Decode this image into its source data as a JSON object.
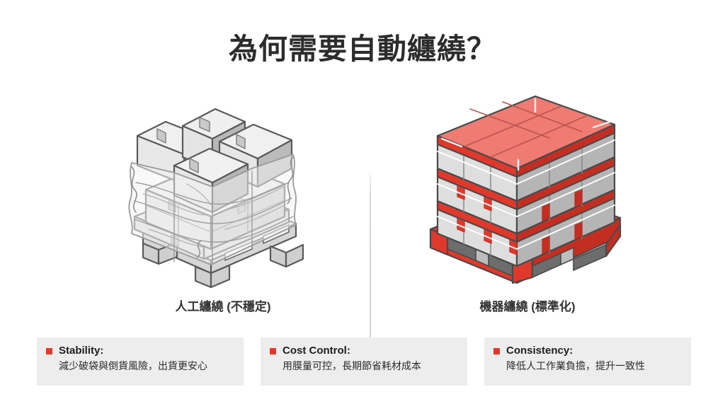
{
  "slide": {
    "background_color": "#ffffff",
    "title": "為何需要自動纏繞？",
    "accent_color": "#e0382b",
    "title_color": "#2c2c2c"
  },
  "comparison": {
    "divider": "vertical-divider",
    "left": {
      "caption": "人工纏繞 (不穩定)",
      "illustration_name": "manual-wrapped-pallet-illustration",
      "illustration_description": "Grayscale line-art isometric pallet with four unevenly stacked cartons loosely covered by wrinkled stretch film",
      "palette": {
        "outline": "#555555",
        "box_light": "#e9e9e9",
        "box_mid": "#d2d2d2",
        "box_dark": "#b4b4b4",
        "film": "#f1f1f1"
      }
    },
    "right": {
      "caption": "機器纏繞 (標準化)",
      "illustration_name": "machine-wrapped-pallet-illustration",
      "illustration_description": "Isometric pallet of neatly aligned gray cartons banded by red stretch film with a red top face",
      "palette": {
        "outline": "#4a4a4a",
        "red": "#e0382b",
        "red_dark": "#b92b20",
        "red_light": "#ef7b72",
        "box_light": "#e3e3e3",
        "box_mid": "#cfcfcf",
        "box_dark": "#a9a9a9",
        "film_highlight": "#ffffff"
      }
    }
  },
  "benefits": {
    "bullet_color": "#e0382b",
    "card_background": "#ededed",
    "items": [
      {
        "title": "Stability:",
        "description": "減少破袋與倒貨風險，出貨更安心"
      },
      {
        "title": "Cost Control:",
        "description": "用膜量可控，長期節省耗材成本"
      },
      {
        "title": "Consistency:",
        "description": "降低人工作業負擔，提升一致性"
      }
    ]
  }
}
